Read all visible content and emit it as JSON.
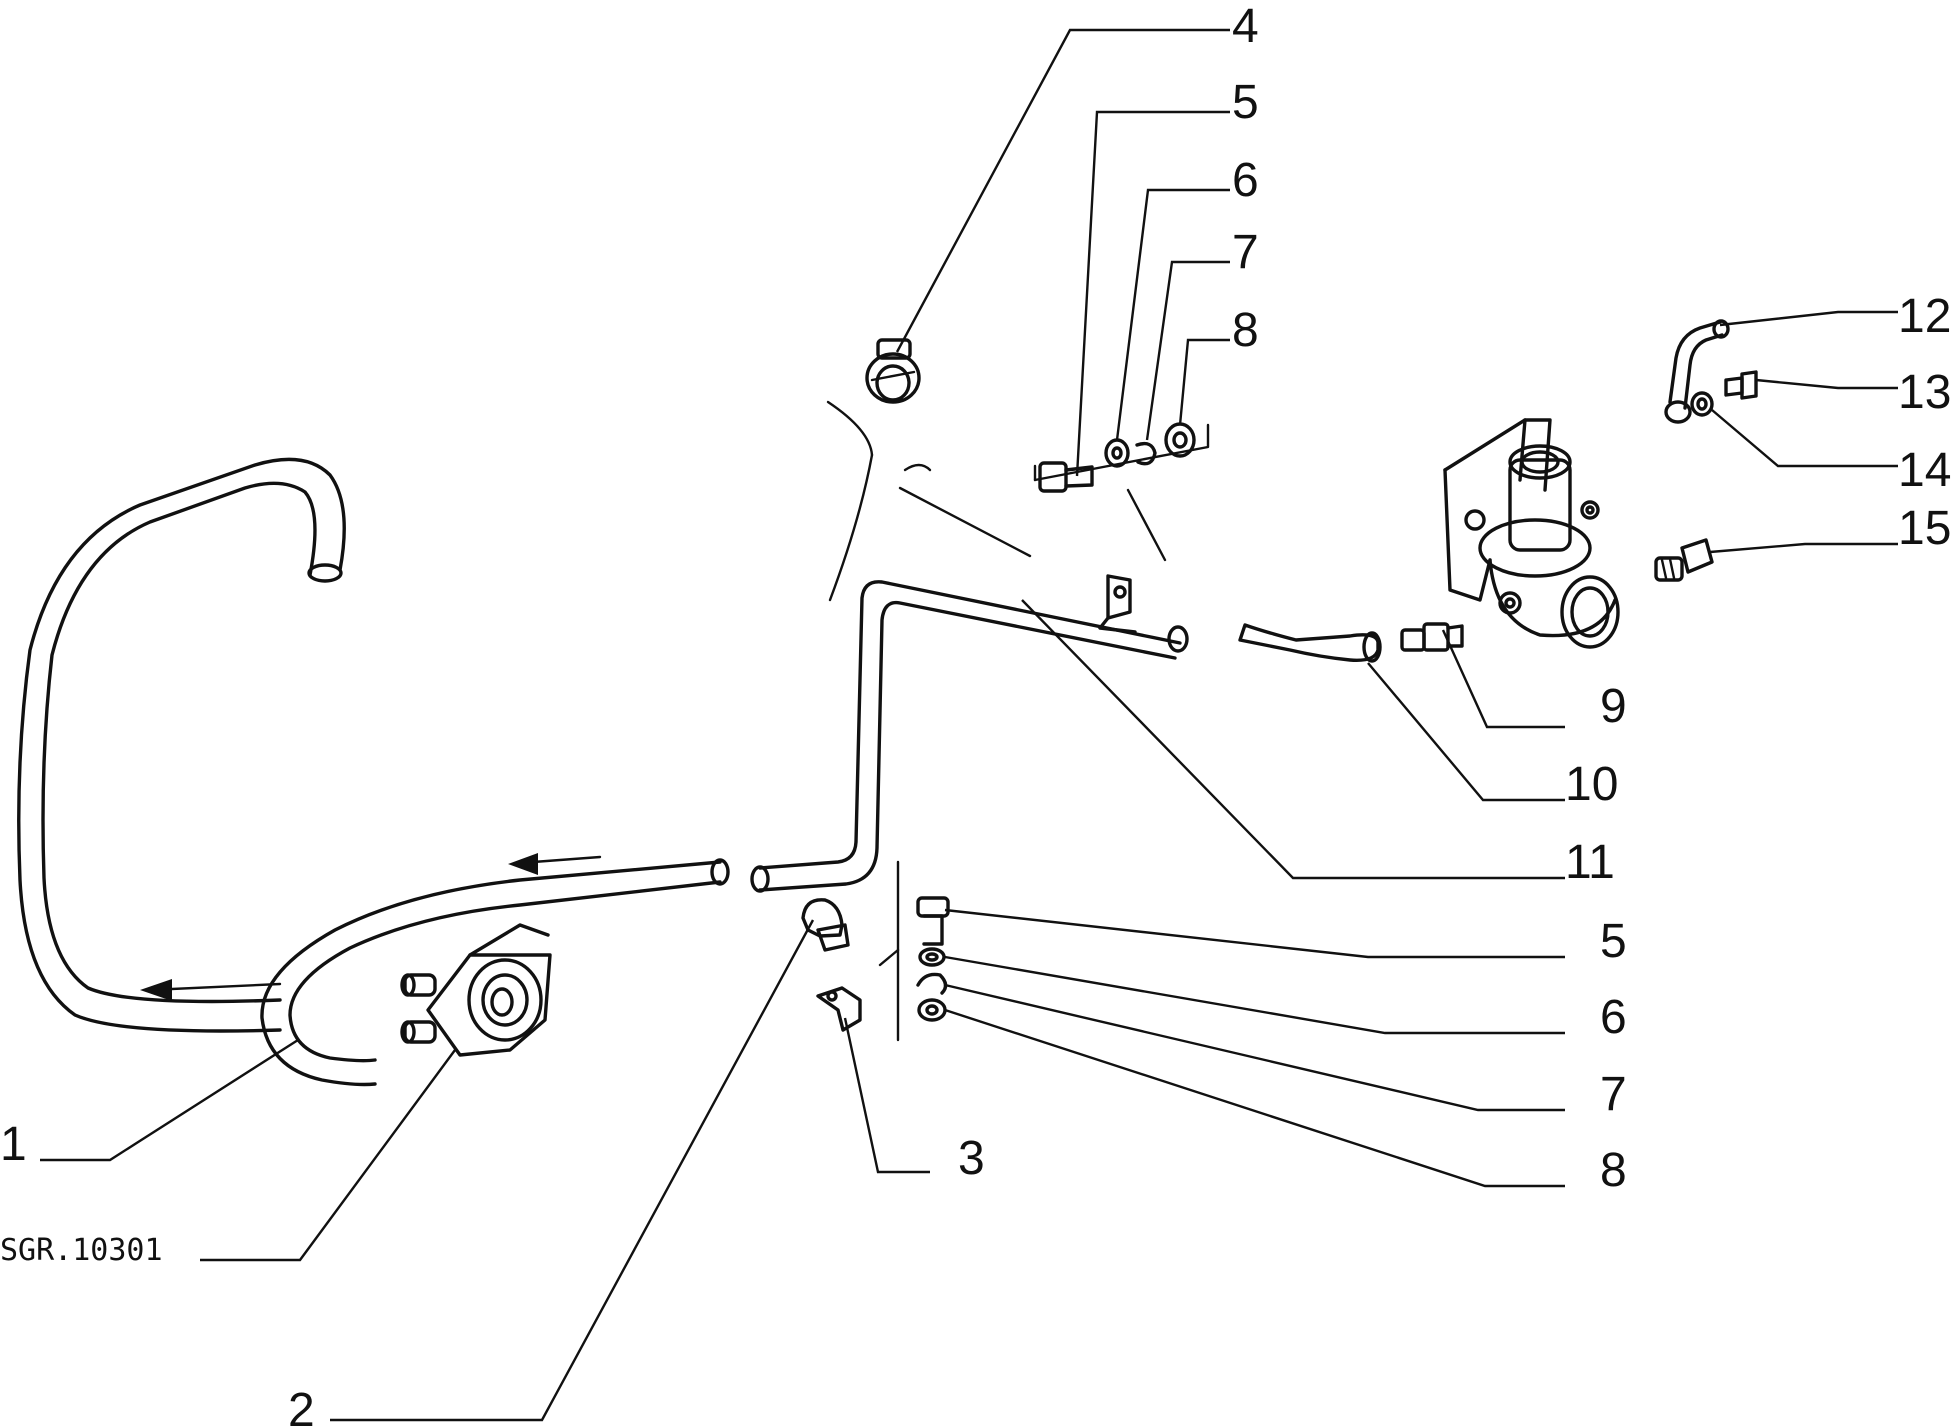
{
  "diagram": {
    "reference_code": "SGR.10301",
    "callouts": [
      {
        "id": "c1",
        "number": "1"
      },
      {
        "id": "c2",
        "number": "2"
      },
      {
        "id": "c3",
        "number": "3"
      },
      {
        "id": "c4",
        "number": "4"
      },
      {
        "id": "c5a",
        "number": "5"
      },
      {
        "id": "c6a",
        "number": "6"
      },
      {
        "id": "c7a",
        "number": "7"
      },
      {
        "id": "c8a",
        "number": "8"
      },
      {
        "id": "c9",
        "number": "9"
      },
      {
        "id": "c10",
        "number": "10"
      },
      {
        "id": "c11",
        "number": "11"
      },
      {
        "id": "c5b",
        "number": "5"
      },
      {
        "id": "c6b",
        "number": "6"
      },
      {
        "id": "c7b",
        "number": "7"
      },
      {
        "id": "c8b",
        "number": "8"
      },
      {
        "id": "c12",
        "number": "12"
      },
      {
        "id": "c13",
        "number": "13"
      },
      {
        "id": "c14",
        "number": "14"
      },
      {
        "id": "c15",
        "number": "15"
      }
    ]
  }
}
